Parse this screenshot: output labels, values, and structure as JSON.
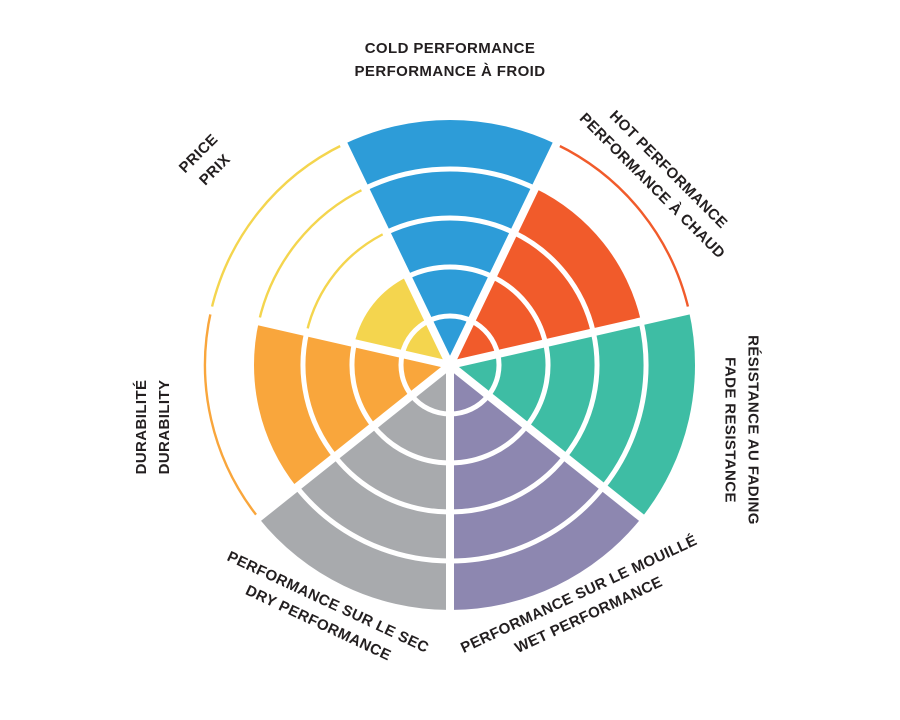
{
  "chart_data": {
    "type": "pie",
    "subtype": "radial-rating-wheel",
    "description": "Seven-sector performance rating wheel. Each sector is divided into 5 concentric rings; filled rings show the score out of 5, unscored rings are drawn as thin outline arcs in the sector color.",
    "max_rings": 5,
    "background_color": "#FFFFFF",
    "label_color": "#231F20",
    "ring_separator_color": "#FFFFFF",
    "categories": [
      {
        "id": "cold-performance",
        "line1": "COLD PERFORMANCE",
        "line2": "PERFORMANCE À FROID",
        "value": 5,
        "color": "#2D9CD8"
      },
      {
        "id": "hot-performance",
        "line1": "HOT PERFORMANCE",
        "line2": "PERFORMANCE À CHAUD",
        "value": 4,
        "color": "#F15B2B"
      },
      {
        "id": "fade-resistance",
        "line1": "RÉSISTANCE AU FADING",
        "line2": "FADE RESISTANCE",
        "value": 5,
        "color": "#3EBDA4"
      },
      {
        "id": "wet-performance",
        "line1": "PERFORMANCE SUR LE MOUILLÉ",
        "line2": "WET PERFORMANCE",
        "value": 5,
        "color": "#8D87B0"
      },
      {
        "id": "dry-performance",
        "line1": "PERFORMANCE SUR LE SEC",
        "line2": "DRY PERFORMANCE",
        "value": 5,
        "color": "#A8AAAD"
      },
      {
        "id": "durability",
        "line1": "DURABILITÉ",
        "line2": "DURABILITY",
        "value": 4,
        "color": "#F9A63C"
      },
      {
        "id": "price",
        "line1": "PRICE",
        "line2": "PRIX",
        "value": 2,
        "color": "#F4D54E"
      }
    ]
  }
}
